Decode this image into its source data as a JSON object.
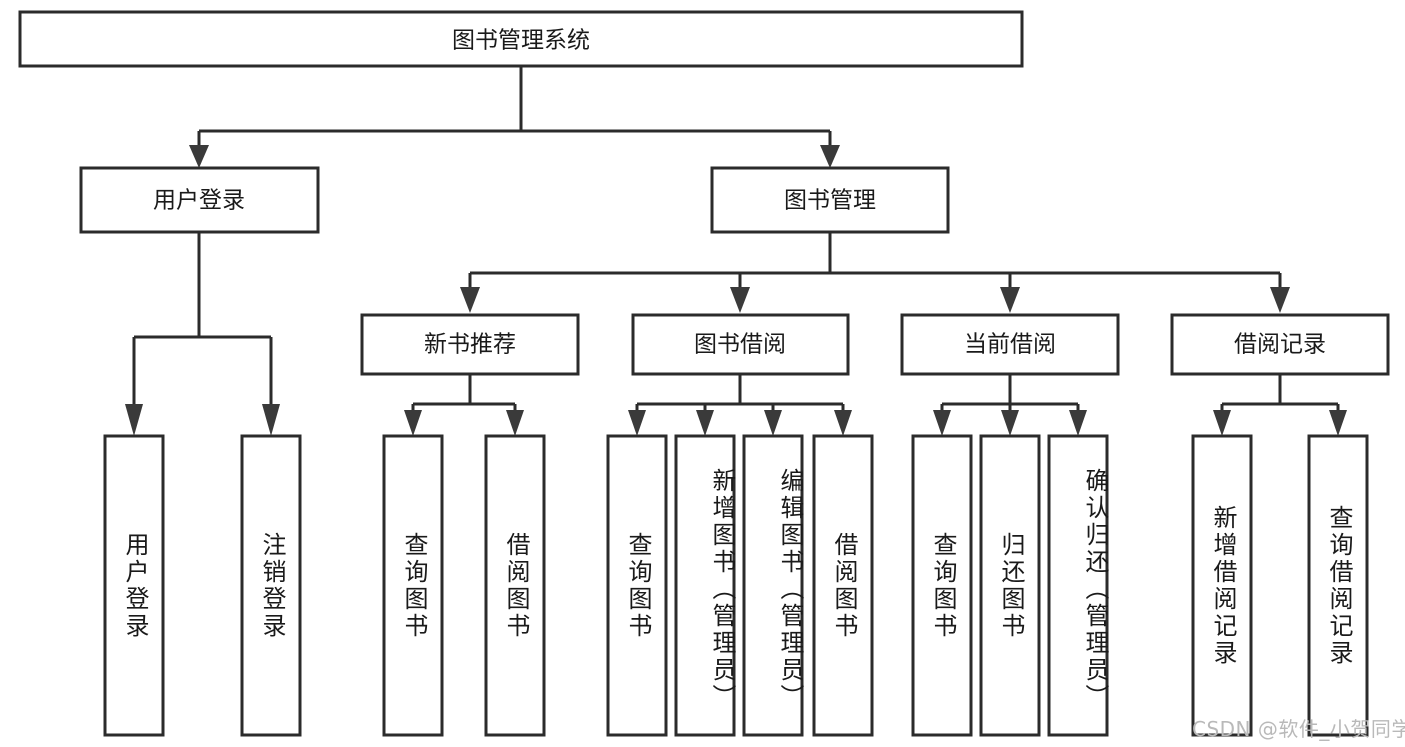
{
  "diagram": {
    "type": "hierarchy-tree",
    "title": "图书管理系统",
    "colors": {
      "background": "#ffffff",
      "box_stroke": "#2b2b2b",
      "box_fill": "#ffffff",
      "text": "#1a1a1a",
      "watermark": "#b9b9b9"
    },
    "root": {
      "label": "图书管理系统"
    },
    "level2": [
      {
        "id": "user-login",
        "label": "用户登录"
      },
      {
        "id": "book-management",
        "label": "图书管理"
      }
    ],
    "level3": [
      {
        "id": "new-book-recommend",
        "label": "新书推荐"
      },
      {
        "id": "book-borrow",
        "label": "图书借阅"
      },
      {
        "id": "current-borrow",
        "label": "当前借阅"
      },
      {
        "id": "borrow-record",
        "label": "借阅记录"
      }
    ],
    "leaves": [
      {
        "id": "leaf-user-login",
        "label": "用户登录",
        "parent": "user-login"
      },
      {
        "id": "leaf-logout-login",
        "label": "注销登录",
        "parent": "user-login"
      },
      {
        "id": "leaf-query-book-1",
        "label": "查询图书",
        "parent": "new-book-recommend"
      },
      {
        "id": "leaf-borrow-book-1",
        "label": "借阅图书",
        "parent": "new-book-recommend"
      },
      {
        "id": "leaf-query-book-2",
        "label": "查询图书",
        "parent": "book-borrow"
      },
      {
        "id": "leaf-add-book",
        "label": "新增图书（管理员）",
        "parent": "book-borrow"
      },
      {
        "id": "leaf-edit-book",
        "label": "编辑图书（管理员）",
        "parent": "book-borrow"
      },
      {
        "id": "leaf-borrow-book-2",
        "label": "借阅图书",
        "parent": "book-borrow"
      },
      {
        "id": "leaf-query-book-3",
        "label": "查询图书",
        "parent": "current-borrow"
      },
      {
        "id": "leaf-return-book",
        "label": "归还图书",
        "parent": "current-borrow"
      },
      {
        "id": "leaf-confirm-return",
        "label": "确认归还（管理员）",
        "parent": "current-borrow"
      },
      {
        "id": "leaf-add-borrow-record",
        "label": "新增借阅记录",
        "parent": "borrow-record"
      },
      {
        "id": "leaf-query-borrow-record",
        "label": "查询借阅记录",
        "parent": "borrow-record"
      }
    ]
  },
  "watermark": {
    "text": "CSDN @软件_小贺同学"
  }
}
